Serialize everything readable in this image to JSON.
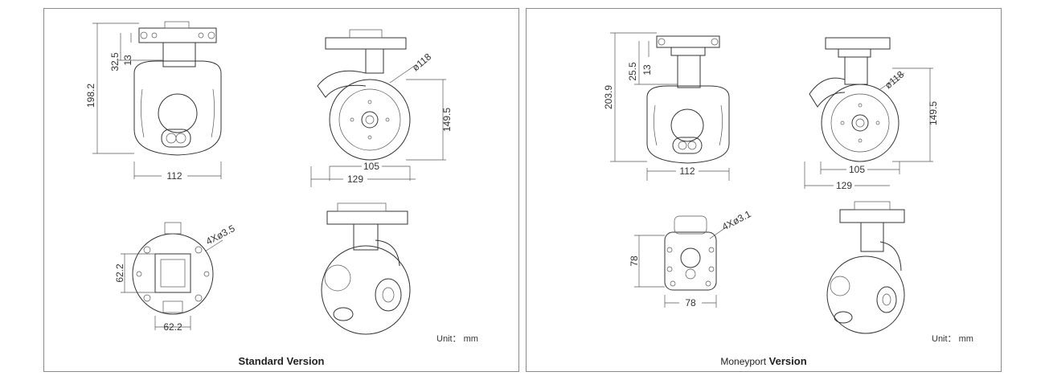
{
  "panels": [
    {
      "id": "standard",
      "caption_brand": "",
      "caption_title": "Standard Version",
      "unit": "Unit： mm",
      "dims": {
        "total_height": "198.2",
        "mount_height": "32.5",
        "mount_inner": "13",
        "front_width": "112",
        "side_height": "149.5",
        "side_diameter": "ø118",
        "side_inner_width": "105",
        "side_outer_width": "129",
        "hole_spec": "4Xø3.5",
        "plate_vertical": "62.2",
        "plate_horizontal": "62.2"
      }
    },
    {
      "id": "moneyport",
      "caption_brand": "Moneyport",
      "caption_title": "Version",
      "unit": "Unit： mm",
      "dims": {
        "total_height": "203.9",
        "mount_height": "25.5",
        "mount_inner": "13",
        "front_width": "112",
        "side_height": "149.5",
        "side_diameter": "ø118",
        "side_inner_width": "105",
        "side_outer_width": "129",
        "hole_spec": "4Xø3.1",
        "plate_vertical": "78",
        "plate_horizontal": "78"
      }
    }
  ]
}
